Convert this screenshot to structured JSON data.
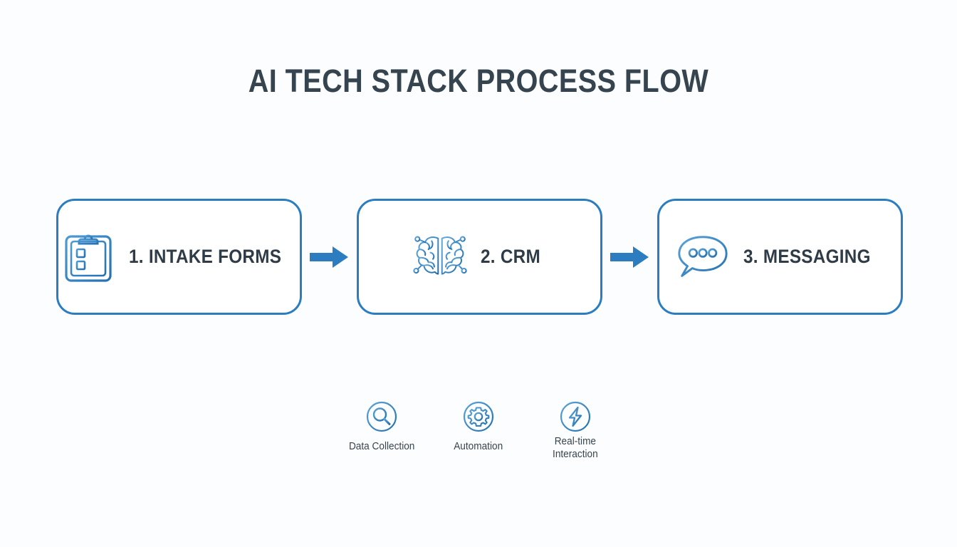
{
  "slide": {
    "title": "AI TECH STACK PROCESS FLOW",
    "background_color": "#fcfdfe",
    "accent_color": "#2c7cc0",
    "text_color": "#36444f"
  },
  "steps": [
    {
      "label": "1. INTAKE FORMS",
      "icon": "clipboard-checklist-icon"
    },
    {
      "label": "2. CRM",
      "icon": "ai-brain-icon"
    },
    {
      "label": "3. MESSAGING",
      "icon": "speech-bubble-dots-icon"
    }
  ],
  "connectors": [
    {
      "icon": "arrow-right-icon",
      "color": "#2c7cc0"
    },
    {
      "icon": "arrow-right-icon",
      "color": "#2c7cc0"
    }
  ],
  "features": [
    {
      "label": "Data Collection",
      "icon": "magnifier-circle-icon"
    },
    {
      "label": "Automation",
      "icon": "gear-circle-icon"
    },
    {
      "label_line1": "Real-time",
      "label_line2": "Interaction",
      "icon": "lightning-bolt-circle-icon"
    }
  ]
}
